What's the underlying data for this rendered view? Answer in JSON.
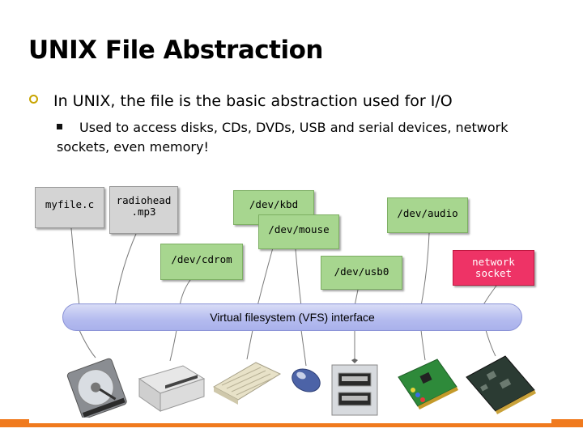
{
  "slide": {
    "title": "UNIX File Abstraction",
    "bullet_main": "In UNIX, the file is the basic abstraction used for I/O",
    "bullet_sub": "Used to access disks, CDs, DVDs, USB and serial devices, network sockets, even memory!"
  },
  "diagram": {
    "notes": [
      {
        "id": "myfile",
        "text": "myfile.c",
        "color": "gray"
      },
      {
        "id": "radiohead",
        "text": "radiohead\n.mp3",
        "color": "gray"
      },
      {
        "id": "kbd",
        "text": "/dev/kbd",
        "color": "green"
      },
      {
        "id": "mouse",
        "text": "/dev/mouse",
        "color": "green"
      },
      {
        "id": "audio",
        "text": "/dev/audio",
        "color": "green"
      },
      {
        "id": "cdrom",
        "text": "/dev/cdrom",
        "color": "green"
      },
      {
        "id": "usb",
        "text": "/dev/usb0",
        "color": "green"
      },
      {
        "id": "socket",
        "text": "network\nsocket",
        "color": "red"
      }
    ],
    "vfs_label": "Virtual filesystem (VFS) interface",
    "devices": [
      "hard-disk-icon",
      "cd-drive-icon",
      "keyboard-icon",
      "mouse-icon",
      "usb-ports-icon",
      "sound-card-icon",
      "network-card-icon"
    ]
  },
  "colors": {
    "accent": "#f07a1e",
    "bullet": "#c8a400",
    "note_green": "#a7d68f",
    "note_gray": "#d4d4d4",
    "note_red": "#ee3366",
    "vfs": "#b4bbef"
  }
}
